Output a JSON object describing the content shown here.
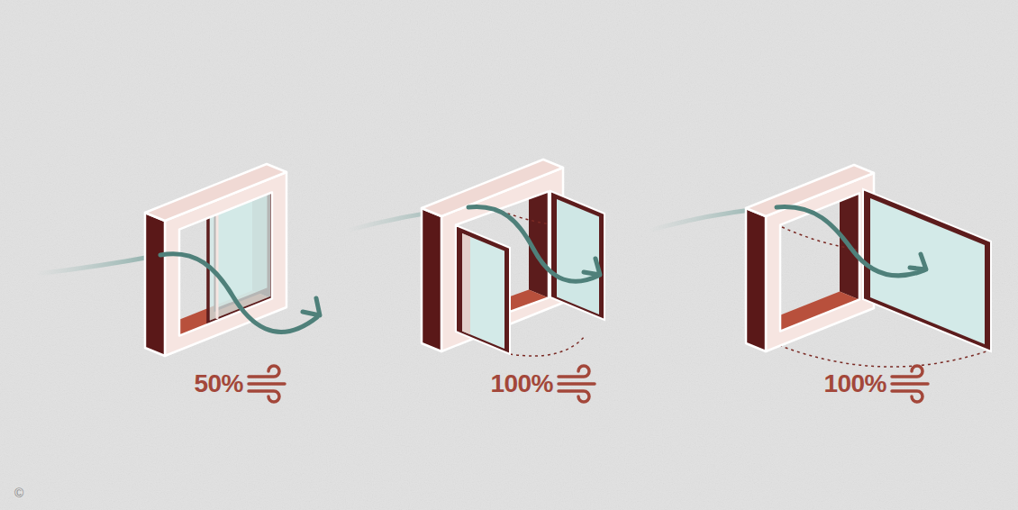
{
  "diagram": {
    "labels": [
      "50%",
      "100%",
      "100%",
      "©"
    ]
  }
}
